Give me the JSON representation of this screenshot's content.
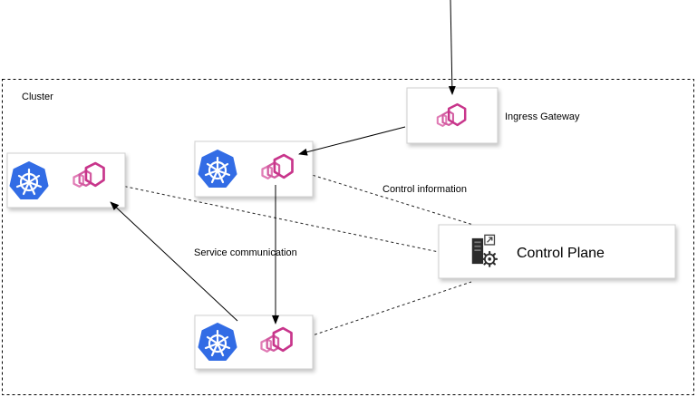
{
  "cluster": {
    "label": "Cluster"
  },
  "ingress_gateway": {
    "label": "Ingress Gateway"
  },
  "control_plane": {
    "label": "Control Plane"
  },
  "edges": {
    "control_information": "Control information",
    "service_communication": "Service communication"
  },
  "colors": {
    "kubernetes": "#326CE5",
    "envoy": "#C8358B",
    "dashed_line": "#222222",
    "arrow": "#000000",
    "box_border": "#CFCFCF"
  },
  "icons": {
    "kubernetes": "kubernetes-helm-wheel-icon",
    "envoy": "envoy-proxy-icon",
    "control_plane": "server-gear-icon"
  }
}
